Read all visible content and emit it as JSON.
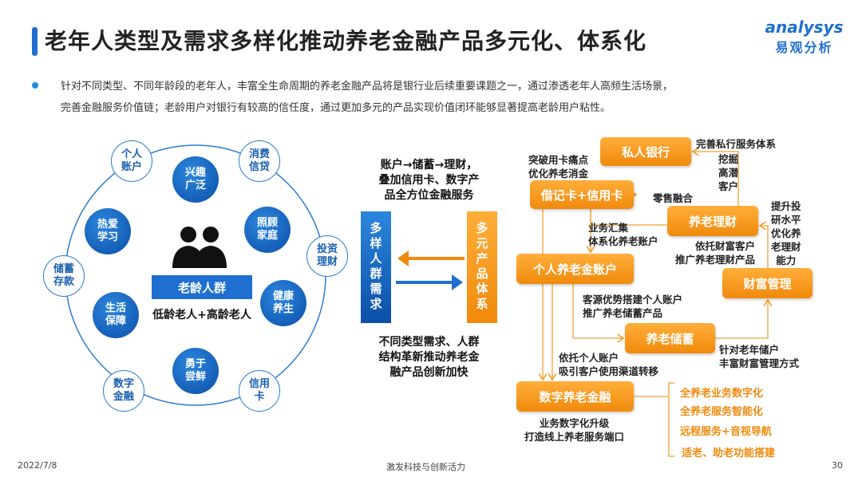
{
  "header": {
    "title": "老年人类型及需求多样化推动养老金融产品多元化、体系化",
    "logo_en": "analysys",
    "logo_cn": "易观分析"
  },
  "intro": {
    "line1": "针对不同类型、不同年龄段的老年人，丰富全生命周期的养老金融产品将是银行业后续重要课题之一，通过渗透老年人高频生活场景，",
    "line2": "完善金融服务价值链；老龄用户对银行有较高的信任度，通过更加多元的产品实现价值闭环能够显著提高老龄用户粘性。"
  },
  "left": {
    "center_label": "老龄人群",
    "center_sub": "低龄老人+高龄老人",
    "inner": [
      "兴趣广泛",
      "照顾家庭",
      "健康养生",
      "勇于尝鲜",
      "生活保障",
      "热爱学习"
    ],
    "outer": [
      "个人账户",
      "消费信贷",
      "投资理财",
      "信用卡",
      "数字金融",
      "储蓄存款"
    ]
  },
  "middle": {
    "top_text": [
      "账户→储蓄→理财，",
      "叠加信用卡、数字产",
      "品全方位金融服务"
    ],
    "left_box": "多样人群需求",
    "right_box": "多元产品体系",
    "bottom_text": [
      "不同类型需求、人群",
      "结构革新推动养老金",
      "融产品创新加快"
    ]
  },
  "right": {
    "boxes": {
      "private": "私人银行",
      "cards": "借记卡+信用卡",
      "wealth_products": "养老理财",
      "pension_account": "个人养老金账户",
      "wealth_mgmt": "财富管理",
      "savings": "养老储蓄",
      "digital": "数字养老金融"
    },
    "labels": {
      "l1": [
        "突破用卡痛点",
        "优化养老消金"
      ],
      "l2": [
        "完善私行服务体系"
      ],
      "l3": [
        "挖掘",
        "高潜",
        "客户"
      ],
      "l4": [
        "零售融合"
      ],
      "l5": [
        "提升投",
        "研水平",
        "优化养",
        "老理财",
        "能力"
      ],
      "l6": [
        "业务汇集",
        "体系化养老账户"
      ],
      "l7": [
        "依托财富客户",
        "推广养老理财产品"
      ],
      "l8": [
        "客源优势搭建个人账户",
        "推广养老储蓄产品"
      ],
      "l9": [
        "针对老年储户",
        "丰富财富管理方式"
      ],
      "l10": [
        "依托个人账户",
        "吸引客户使用渠道转移"
      ],
      "l11": [
        "业务数字化升级",
        "打造线上养老服务端口"
      ]
    },
    "list": [
      "全养老业务数字化",
      "全养老服务智能化",
      "远程服务+音视导航",
      "适老、助老功能搭建"
    ]
  },
  "footer": {
    "date": "2022/7/8",
    "slogan": "激发科技与创新活力",
    "page": "30"
  }
}
